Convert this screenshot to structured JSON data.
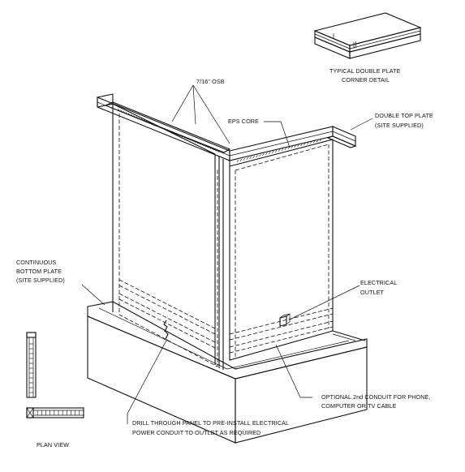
{
  "labels": {
    "corner_detail_1": "TYPICAL DOUBLE PLATE",
    "corner_detail_2": "CORNER DETAIL",
    "osb": "7/16\" OSB",
    "eps_core": "EPS CORE",
    "top_plate_1": "DOUBLE TOP PLATE",
    "top_plate_2": "(SITE SUPPLIED)",
    "bottom_plate_1": "CONTINUOUS",
    "bottom_plate_2": "BOTTOM PLATE",
    "bottom_plate_3": "(SITE SUPPLIED)",
    "outlet_1": "ELECTRICAL",
    "outlet_2": "OUTLET",
    "conduit2_1": "OPTIONAL 2nd CONDUIT FOR PHONE,",
    "conduit2_2": "COMPUTER OR TV CABLE",
    "drill_1": "DRILL THROUGH PANEL TO PRE-INSTALL ELECTRICAL",
    "drill_2": "POWER CONDUIT TO OUTLET AS REQUIRED",
    "plan_view": "PLAN VIEW"
  }
}
